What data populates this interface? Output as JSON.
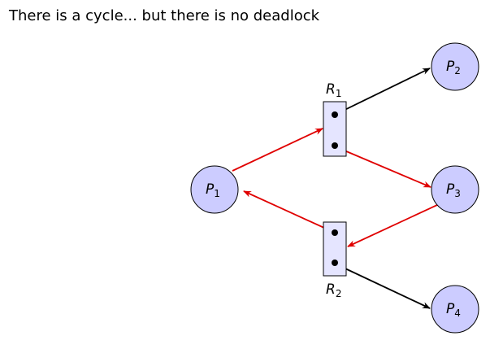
{
  "heading": "There is a cycle... but there is no deadlock",
  "colors": {
    "process_fill": "#ccccff",
    "resource_fill": "#e5e5ff",
    "cycle_edge": "#e00000",
    "normal_edge": "#000000"
  },
  "processes": [
    {
      "id": "P1",
      "letter": "P",
      "sub": "1"
    },
    {
      "id": "P2",
      "letter": "P",
      "sub": "2"
    },
    {
      "id": "P3",
      "letter": "P",
      "sub": "3"
    },
    {
      "id": "P4",
      "letter": "P",
      "sub": "4"
    }
  ],
  "resources": [
    {
      "id": "R1",
      "letter": "R",
      "sub": "1",
      "instances": 2
    },
    {
      "id": "R2",
      "letter": "R",
      "sub": "2",
      "instances": 2
    }
  ],
  "edges": [
    {
      "from": "R1.instance1",
      "to": "P2",
      "kind": "assignment",
      "in_cycle": false
    },
    {
      "from": "P1",
      "to": "R1",
      "kind": "request",
      "in_cycle": true
    },
    {
      "from": "R1.instance2",
      "to": "P3",
      "kind": "assignment",
      "in_cycle": true
    },
    {
      "from": "P3",
      "to": "R2",
      "kind": "request",
      "in_cycle": true
    },
    {
      "from": "R2.instance1",
      "to": "P1",
      "kind": "assignment",
      "in_cycle": true
    },
    {
      "from": "R2.instance2",
      "to": "P4",
      "kind": "assignment",
      "in_cycle": false
    }
  ]
}
